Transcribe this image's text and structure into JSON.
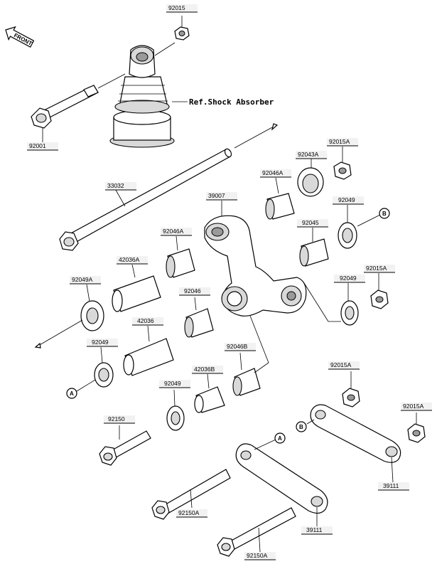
{
  "diagram": {
    "front_label": "FRONT",
    "ref_label": "Ref.Shock Absorber",
    "callouts": {
      "a": "A",
      "b": "B"
    },
    "parts": {
      "p92015_top": "92015",
      "p92001": "92001",
      "p33032": "33032",
      "p39007": "39007",
      "p92046A_mid": "92046A",
      "p92043A": "92043A",
      "p92015A_top": "92015A",
      "p92049_right_top": "92049",
      "p92046A_left": "92046A",
      "p92045": "92045",
      "p42036A": "42036A",
      "p92049A": "92049A",
      "p92046": "92046",
      "p92049_right_mid": "92049",
      "p92015A_right": "92015A",
      "p42036": "42036",
      "p92049_left": "92049",
      "p92046B": "92046B",
      "p42036B": "42036B",
      "p92049_low": "92049",
      "p92015A_low": "92015A",
      "p92015A_far": "92015A",
      "p92150": "92150",
      "p39111": "39111",
      "p92150A_mid": "92150A",
      "p39111_low": "39111",
      "p92150A_low": "92150A"
    }
  }
}
